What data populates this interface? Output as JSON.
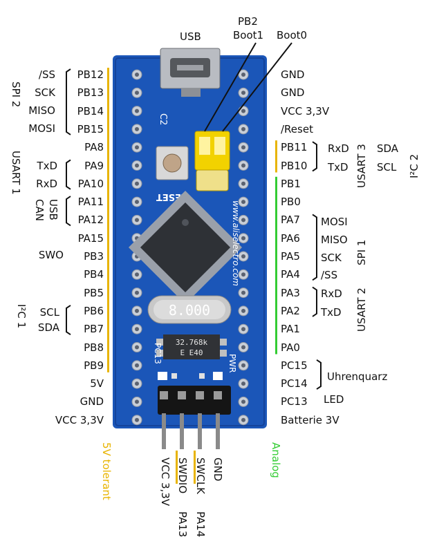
{
  "colors": {
    "pcb": "#1b56b8",
    "pcb_dark": "#14439a",
    "header_gold": "#e8b400",
    "analog_green": "#33cc33",
    "jumper_yellow": "#f2d200",
    "chip": "#2e3136",
    "crystal": "#c8c8c8"
  },
  "top": {
    "usb": "USB",
    "pb2": "PB2",
    "boot1": "Boot1",
    "boot0": "Boot0"
  },
  "left_pins": [
    "PB12",
    "PB13",
    "PB14",
    "PB15",
    "PA8",
    "PA9",
    "PA10",
    "PA11",
    "PA12",
    "PA15",
    "PB3",
    "PB4",
    "PB5",
    "PB6",
    "PB7",
    "PB8",
    "PB9",
    "5V",
    "GND",
    "VCC 3,3V"
  ],
  "left_funcs": {
    "ss": "/SS",
    "sck": "SCK",
    "miso": "MISO",
    "mosi": "MOSI",
    "txd": "TxD",
    "rxd": "RxD",
    "swo": "SWO",
    "scl": "SCL",
    "sda": "SDA"
  },
  "left_groups": {
    "spi2": "SPI 2",
    "usart1": "USART 1",
    "usb": "USB",
    "can": "CAN",
    "i2c1": "I²C 1"
  },
  "right_pins": [
    "GND",
    "GND",
    "VCC 3,3V",
    "/Reset",
    "PB11",
    "PB10",
    "PB1",
    "PB0",
    "PA7",
    "PA6",
    "PA5",
    "PA4",
    "PA3",
    "PA2",
    "PA1",
    "PA0",
    "PC15",
    "PC14",
    "PC13",
    "Batterie 3V"
  ],
  "right_funcs": {
    "rxd3": "RxD",
    "txd3": "TxD",
    "sda2": "SDA",
    "scl2": "SCL",
    "mosi1": "MOSI",
    "miso1": "MISO",
    "sck1": "SCK",
    "ss1": "/SS",
    "rxd2": "RxD",
    "txd2": "TxD",
    "uhrenquarz": "Uhrenquarz",
    "led": "LED"
  },
  "right_groups": {
    "usart3": "USART 3",
    "i2c2": "I²C 2",
    "spi1": "SPI 1",
    "usart2": "USART 2"
  },
  "bottom_pins": {
    "vcc": "VCC 3,3V",
    "swdio": "SWDIO",
    "pa13": "PA13",
    "swclk": "SWCLK",
    "pa14": "PA14",
    "gnd": "GND"
  },
  "legend": {
    "tolerant": "5V tolerant",
    "analog": "Analog"
  },
  "board": {
    "crystal": "8.000",
    "crystal_small": "32.768k",
    "crystal_small2": "E  E40",
    "reset": "RESET",
    "c2": "C2",
    "pwr": "PWR",
    "pc13": "PC13",
    "site": "www.aliselectro.com"
  }
}
